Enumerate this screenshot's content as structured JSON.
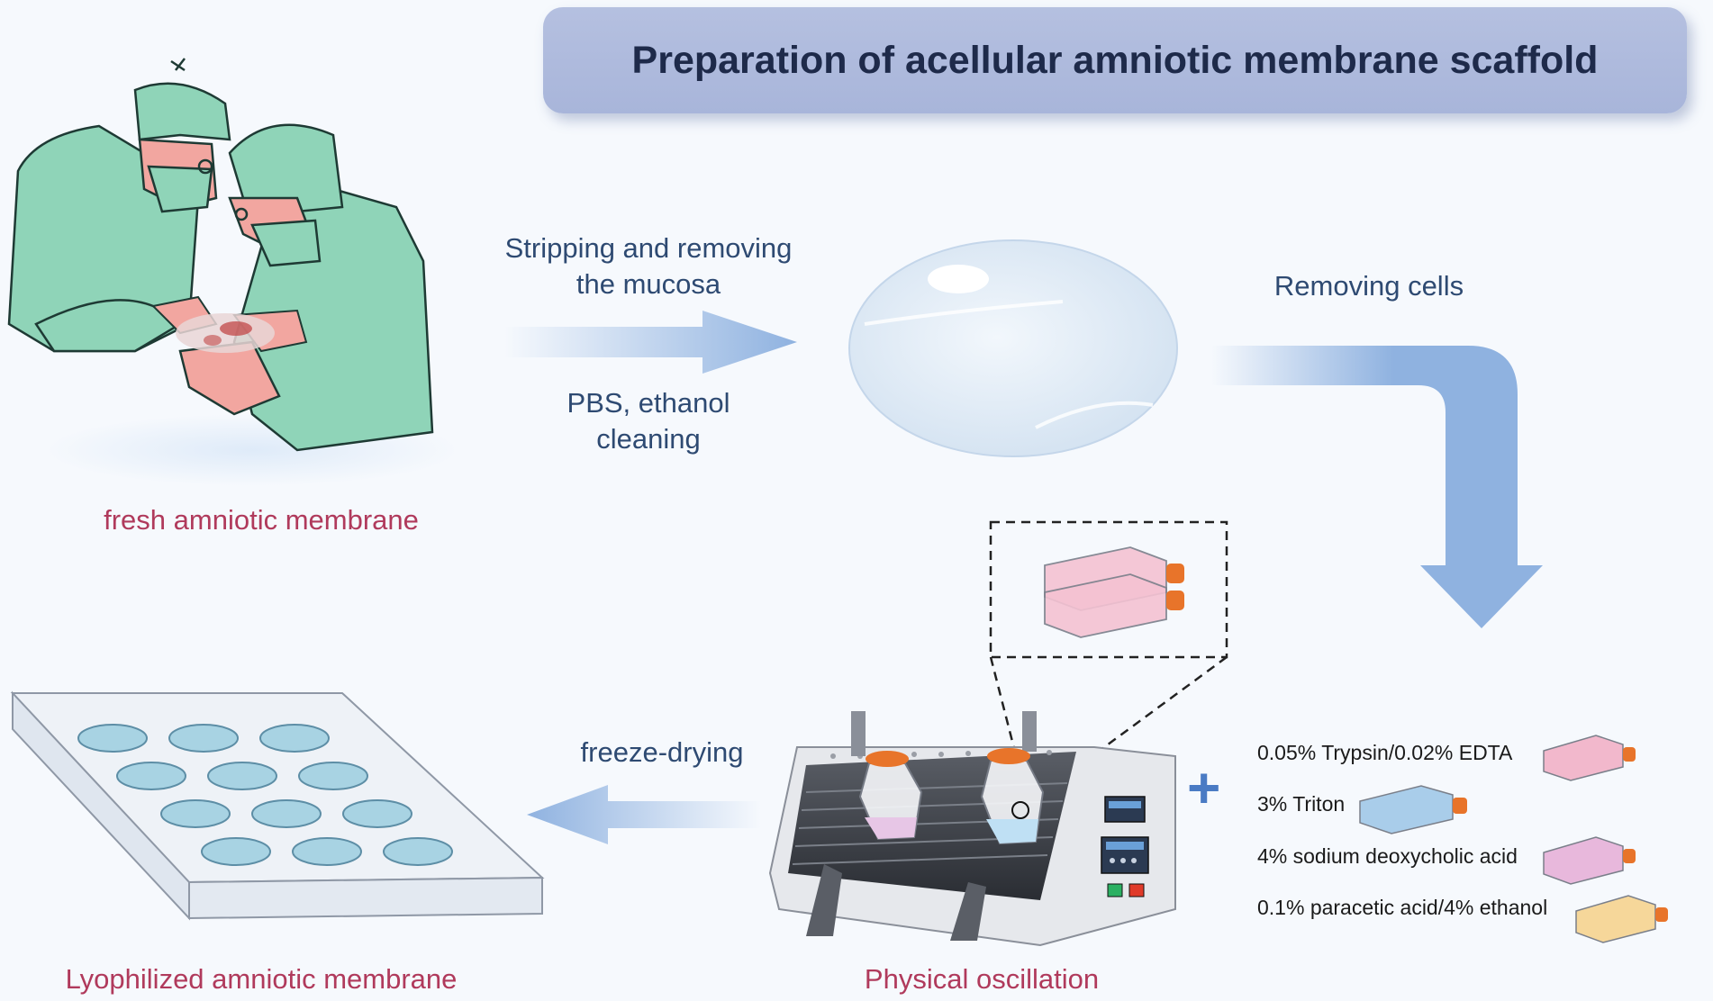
{
  "title": "Preparation of acellular amniotic membrane scaffold",
  "stages": {
    "fresh": "fresh amniotic membrane",
    "lyophilized": "Lyophilized amniotic membrane",
    "oscillation": "Physical oscillation"
  },
  "steps": {
    "stripping_line1": "Stripping and removing",
    "stripping_line2": "the mucosa",
    "cleaning_line1": "PBS, ethanol",
    "cleaning_line2": "cleaning",
    "removing_cells": "Removing cells",
    "freeze_drying": "freeze-drying"
  },
  "reagents": [
    {
      "label": "0.05% Trypsin/0.02% EDTA",
      "color": "#f2b8cc"
    },
    {
      "label": "3% Triton",
      "color": "#a9cdea"
    },
    {
      "label": "4% sodium deoxycholic acid",
      "color": "#e8b8dc"
    },
    {
      "label": "0.1% paracetic acid/4% ethanol",
      "color": "#f6d79a"
    }
  ],
  "plus_symbol": "+",
  "colors": {
    "title_bg": "#aab6dc",
    "arrow": "#8fb2e0",
    "scrub": "#8fd4b8",
    "skin": "#f2a6a0",
    "cap": "#e8742a",
    "stage_label": "#b03a5c",
    "step_text": "#2e4a72"
  }
}
